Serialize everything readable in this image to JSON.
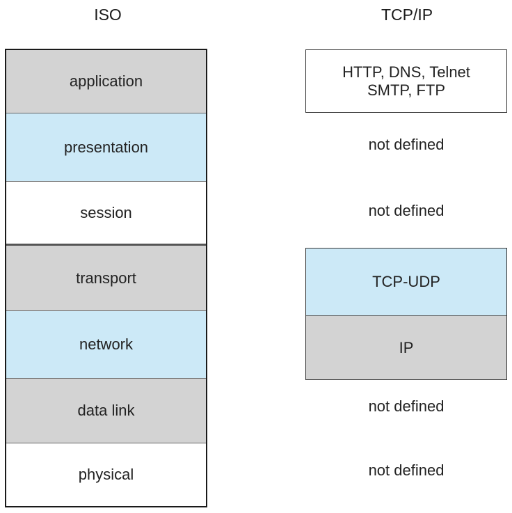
{
  "headers": {
    "iso": "ISO",
    "tcpip": "TCP/IP"
  },
  "iso_layers": [
    {
      "label": "application",
      "color": "#d3d3d3"
    },
    {
      "label": "presentation",
      "color": "#cce9f7"
    },
    {
      "label": "session",
      "color": "#ffffff"
    },
    {
      "label": "transport",
      "color": "#d3d3d3"
    },
    {
      "label": "network",
      "color": "#cce9f7"
    },
    {
      "label": "data link",
      "color": "#d3d3d3"
    },
    {
      "label": "physical",
      "color": "#ffffff"
    }
  ],
  "tcpip_rows": {
    "application_line1": "HTTP, DNS, Telnet",
    "application_line2": "SMTP, FTP",
    "presentation": "not defined",
    "session": "not defined",
    "transport": "TCP-UDP",
    "network": "IP",
    "data_link": "not defined",
    "physical": "not defined"
  }
}
